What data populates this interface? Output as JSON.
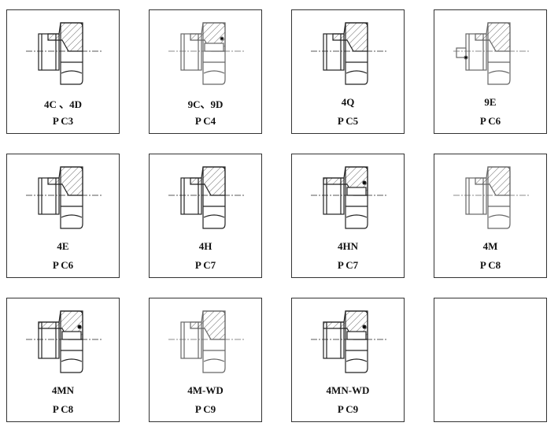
{
  "fittings": [
    {
      "code": "4C 、4D",
      "page": "P C3",
      "variant": "a"
    },
    {
      "code": "9C、9D",
      "page": "P C4",
      "variant": "b"
    },
    {
      "code": "4Q",
      "page": "P C5",
      "variant": "c"
    },
    {
      "code": "9E",
      "page": "P C6",
      "variant": "d"
    },
    {
      "code": "4E",
      "page": "P C6",
      "variant": "a"
    },
    {
      "code": "4H",
      "page": "P C7",
      "variant": "c"
    },
    {
      "code": "4HN",
      "page": "P C7",
      "variant": "e"
    },
    {
      "code": "4M",
      "page": "P C8",
      "variant": "f"
    },
    {
      "code": "4MN",
      "page": "P C8",
      "variant": "e"
    },
    {
      "code": "4M-WD",
      "page": "P C9",
      "variant": "f"
    },
    {
      "code": "4MN-WD",
      "page": "P C9",
      "variant": "e"
    },
    {
      "code": null,
      "page": null,
      "variant": "empty"
    }
  ]
}
